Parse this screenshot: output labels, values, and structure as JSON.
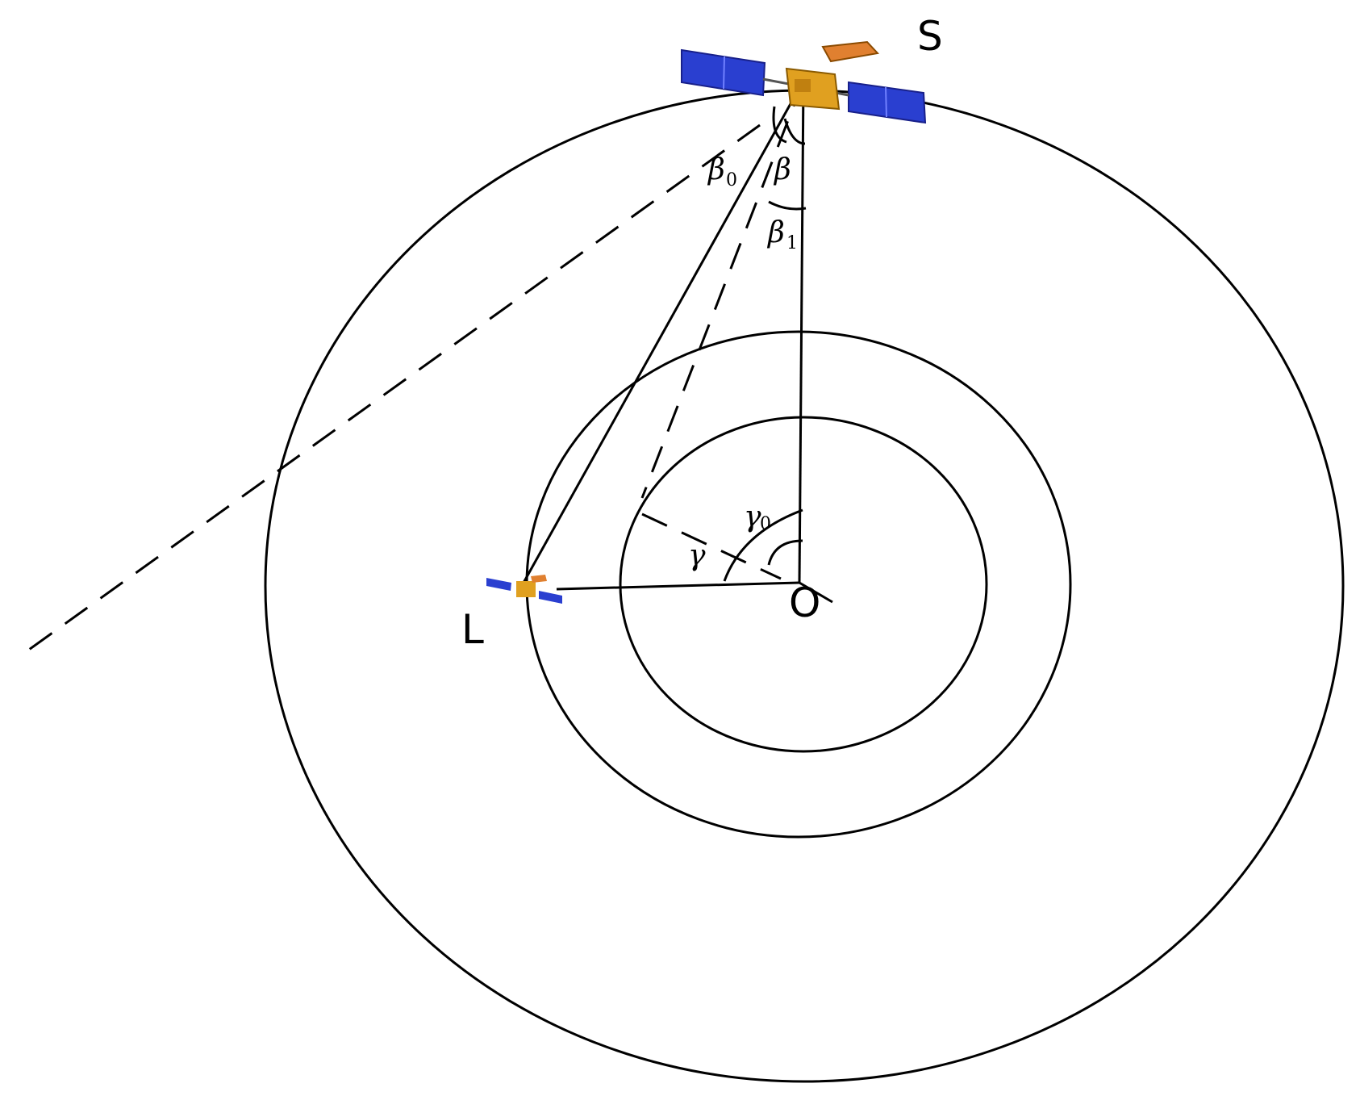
{
  "points": {
    "S": "S",
    "L": "L",
    "O": "O"
  },
  "angles": {
    "beta": "β",
    "beta0": "β",
    "beta0_sub": "0",
    "beta1": "β",
    "beta1_sub": "1",
    "gamma": "γ",
    "gamma0": "γ",
    "gamma0_sub": "0"
  },
  "icons": {
    "large_satellite": "satellite-icon",
    "small_satellite": "satellite-icon"
  },
  "colors": {
    "stroke": "#000000",
    "solar_panel": "#2a3fd0",
    "satellite_body": "#e0a020"
  }
}
